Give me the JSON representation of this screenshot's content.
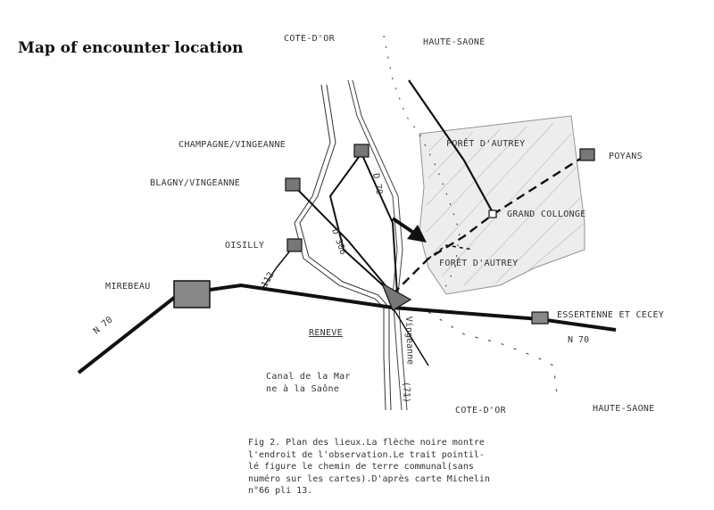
{
  "title": "Map of encounter location",
  "labels": {
    "cote_dor_top": "COTE-D'OR",
    "haute_saone_top": "HAUTE-SAONE",
    "champagne": "CHAMPAGNE/VINGEANNE",
    "blagny": "BLAGNY/VINGEANNE",
    "oisilly": "OISILLY",
    "mirebeau": "MIREBEAU",
    "foret_autrey_top": "FORÊT D'AUTREY",
    "foret_autrey_mid": "FORÊT D'AUTREY",
    "poyans": "POYANS",
    "grand_collonge": "GRAND COLLONGE",
    "essertenne": "ESSERTENNE ET CECEY",
    "reneve": "RENEVE",
    "n70_left": "N 70",
    "n70_right": "N 70",
    "d70": "D 70",
    "d112": "112",
    "d306": "D 306",
    "vingeanne": "Vingeanne",
    "d71": "(71)",
    "canal_line1": "Canal de la Mar",
    "canal_line2": "ne à la Saône",
    "cote_dor_bottom": "COTE-D'OR",
    "haute_saone_bottom": "HAUTE-SAONE"
  },
  "caption": {
    "line1": "Fig 2. Plan des lieux.La flèche noire montre",
    "line2": "l'endroit de l'observation.Le trait pointil-",
    "line3": "lé figure le chemin de terre communal(sans",
    "line4": "numéro sur les cartes).D'après carte Michelin",
    "line5": "n°66 pli 13."
  },
  "colors": {
    "road": "#111111",
    "forest_fill": "#ececec",
    "town_fill": "#777777"
  },
  "icons": {
    "observation_marker": "arrow-icon",
    "town_marker": "square-icon"
  }
}
